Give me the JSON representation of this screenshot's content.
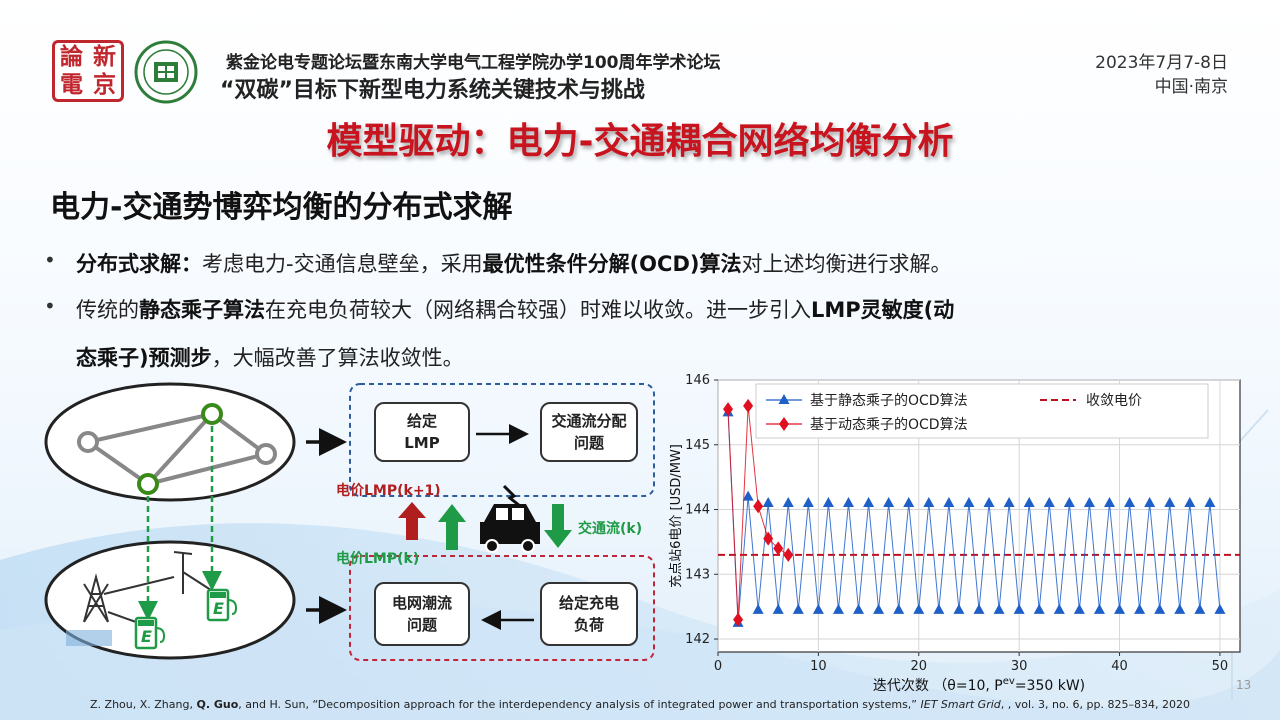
{
  "header": {
    "seal_chars": [
      "論",
      "新",
      "電",
      "京"
    ],
    "conference_title": "紫金论电专题论坛暨东南大学电气工程学院办学100周年学术论坛",
    "conference_subtitle": "“双碳”目标下新型电力系统关键技术与挑战",
    "date": "2023年7月7-8日",
    "location": "中国·南京"
  },
  "slide": {
    "title": "模型驱动：电力-交通耦合网络均衡分析",
    "section_heading": "电力-交通势博弈均衡的分布式求解",
    "bullets": [
      {
        "dot": "•",
        "parts": [
          {
            "b": "分布式求解："
          },
          {
            "t": "考虑电力-交通信息壁垒，采用"
          },
          {
            "b": "最优性条件分解(OCD)算法"
          },
          {
            "t": "对上述均衡进行求解。"
          }
        ]
      },
      {
        "dot": "•",
        "line1": [
          {
            "t": "传统的"
          },
          {
            "b": "静态乘子算法"
          },
          {
            "t": "在充电负荷较大（网络耦合较强）时难以收敛。进一步引入"
          },
          {
            "b": "LMP灵敏度(动"
          }
        ],
        "line2": [
          {
            "b": "态乘子)预测步"
          },
          {
            "t": "，大幅改善了算法收敛性。"
          }
        ]
      }
    ]
  },
  "diagram": {
    "box_given_lmp": "给定\nLMP",
    "box_traffic_assignment": "交通流分配\n问题",
    "box_power_flow": "电网潮流\n问题",
    "box_given_charging": "给定充电\n负荷",
    "label_lmp_k1": "电价LMP(k+1)",
    "label_lmp_k": "电价LMP(k)",
    "label_traffic_flow": "交通流(k)",
    "charger_letter": "E",
    "colors": {
      "blue_dash": "#2e5e9e",
      "red_dash": "#c0263a",
      "green": "#1f9a46",
      "dark_red": "#b01e1e",
      "node_green": "#3a8a1a",
      "node_gray": "#888888"
    }
  },
  "chart_data": {
    "type": "line",
    "xlabel": "迭代次数",
    "xlabel_param": "（θ=10, P",
    "xlabel_sup": "ev",
    "xlabel_end": "=350 kW)",
    "ylabel": "充点站6电价 [USD/MW]",
    "xlim": [
      0,
      52
    ],
    "ylim": [
      141.8,
      146
    ],
    "xticks": [
      0,
      10,
      20,
      30,
      40,
      50
    ],
    "yticks": [
      142,
      143,
      144,
      145,
      146
    ],
    "grid": true,
    "legend_position": "top",
    "series": [
      {
        "name": "基于静态乘子的OCD算法",
        "color": "#1f5fc8",
        "marker": "triangle",
        "points": [
          [
            1,
            145.5
          ],
          [
            2,
            142.25
          ],
          [
            3,
            144.2
          ],
          [
            4,
            142.45
          ],
          [
            5,
            144.1
          ],
          [
            6,
            142.45
          ],
          [
            7,
            144.1
          ],
          [
            8,
            142.45
          ],
          [
            9,
            144.1
          ],
          [
            10,
            142.45
          ],
          [
            11,
            144.1
          ],
          [
            12,
            142.45
          ],
          [
            13,
            144.1
          ],
          [
            14,
            142.45
          ],
          [
            15,
            144.1
          ],
          [
            16,
            142.45
          ],
          [
            17,
            144.1
          ],
          [
            18,
            142.45
          ],
          [
            19,
            144.1
          ],
          [
            20,
            142.45
          ],
          [
            21,
            144.1
          ],
          [
            22,
            142.45
          ],
          [
            23,
            144.1
          ],
          [
            24,
            142.45
          ],
          [
            25,
            144.1
          ],
          [
            26,
            142.45
          ],
          [
            27,
            144.1
          ],
          [
            28,
            142.45
          ],
          [
            29,
            144.1
          ],
          [
            30,
            142.45
          ],
          [
            31,
            144.1
          ],
          [
            32,
            142.45
          ],
          [
            33,
            144.1
          ],
          [
            34,
            142.45
          ],
          [
            35,
            144.1
          ],
          [
            36,
            142.45
          ],
          [
            37,
            144.1
          ],
          [
            38,
            142.45
          ],
          [
            39,
            144.1
          ],
          [
            40,
            142.45
          ],
          [
            41,
            144.1
          ],
          [
            42,
            142.45
          ],
          [
            43,
            144.1
          ],
          [
            44,
            142.45
          ],
          [
            45,
            144.1
          ],
          [
            46,
            142.45
          ],
          [
            47,
            144.1
          ],
          [
            48,
            142.45
          ],
          [
            49,
            144.1
          ],
          [
            50,
            142.45
          ]
        ]
      },
      {
        "name": "基于动态乘子的OCD算法",
        "color": "#e01020",
        "marker": "diamond",
        "points": [
          [
            1,
            145.55
          ],
          [
            2,
            142.3
          ],
          [
            3,
            145.6
          ],
          [
            4,
            144.05
          ],
          [
            5,
            143.55
          ],
          [
            6,
            143.4
          ],
          [
            7,
            143.3
          ]
        ]
      }
    ],
    "reference_line": {
      "name": "收敛电价",
      "value": 143.3,
      "color": "#c0101e"
    }
  },
  "footer": {
    "citation_pre": "Z. Zhou, X. Zhang, ",
    "citation_bold": "Q. Guo",
    "citation_mid": ", and H. Sun, “Decomposition approach for the interdependency analysis of integrated power and transportation systems,” ",
    "citation_journal": "IET Smart Grid",
    "citation_post": ", , vol. 3, no. 6, pp. 825–834, 2020",
    "page_number": "13"
  }
}
